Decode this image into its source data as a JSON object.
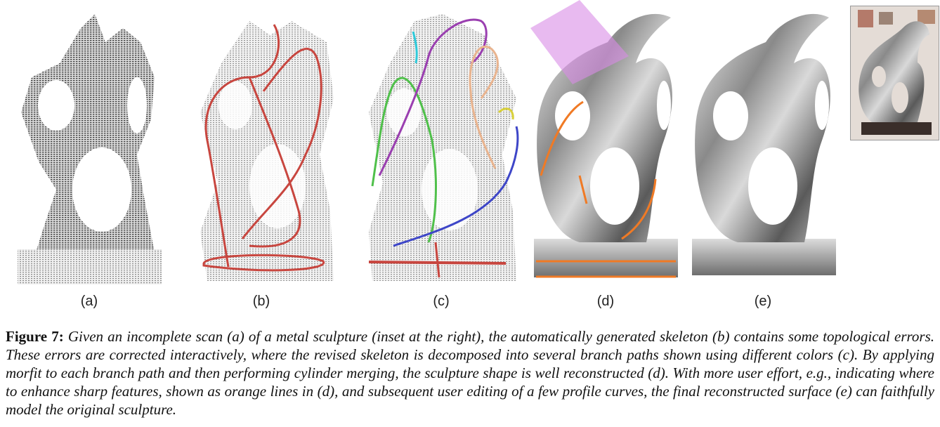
{
  "figure": {
    "panels": [
      {
        "id": "a",
        "label": "(a)"
      },
      {
        "id": "b",
        "label": "(b)"
      },
      {
        "id": "c",
        "label": "(c)"
      },
      {
        "id": "d",
        "label": "(d)"
      },
      {
        "id": "e",
        "label": "(e)"
      }
    ],
    "caption": {
      "figure_label": "Figure 7:",
      "text": "Given an incomplete scan (a) of a metal sculpture (inset at the right), the automatically generated skeleton (b) contains some topological errors. These errors are corrected interactively, where the revised skeleton is decomposed into several branch paths shown using different colors (c). By applying morfit to each branch path and then performing cylinder merging, the sculpture shape is well reconstructed (d). With more user effort, e.g., indicating where to enhance sharp features, shown as orange lines in (d), and subsequent user editing of a few profile curves, the final reconstructed surface (e) can faithfully model the original sculpture."
    },
    "colors": {
      "skeleton_red": "#c8463f",
      "branch_green": "#4fc04a",
      "branch_purple": "#9a3fb0",
      "branch_blue": "#3e46c8",
      "branch_peach": "#e9b48f",
      "branch_yellow": "#d9d13a",
      "branch_cyan": "#2fc9d9",
      "sharp_orange": "#f07a25",
      "plane_magenta": "#d98ce6"
    }
  }
}
